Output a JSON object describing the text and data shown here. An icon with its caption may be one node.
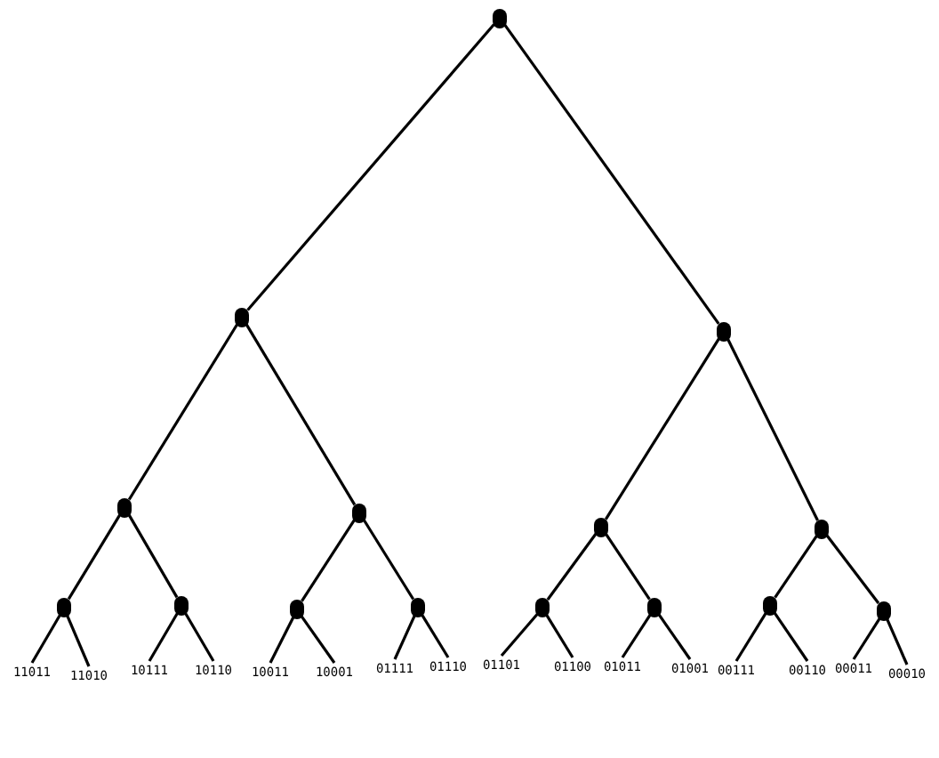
{
  "diagram": {
    "nodes": [
      {
        "text": [],
        "shape": "circle"
      },
      {
        "text": [],
        "shape": "circle"
      },
      {
        "text": [],
        "shape": "circle"
      },
      {
        "text": [],
        "shape": "circle"
      },
      {
        "text": [],
        "shape": "circle"
      },
      {
        "text": [],
        "shape": "circle"
      },
      {
        "text": [],
        "shape": "circle"
      },
      {
        "text": [],
        "shape": "circle"
      },
      {
        "text": [],
        "shape": "circle"
      },
      {
        "text": [],
        "shape": "circle"
      },
      {
        "text": [],
        "shape": "circle"
      },
      {
        "text": [],
        "shape": "circle"
      },
      {
        "text": [],
        "shape": "circle"
      },
      {
        "text": [],
        "shape": "circle"
      },
      {
        "text": [],
        "shape": "circle"
      },
      {
        "text": [
          "11011"
        ]
      },
      {
        "text": [
          "11010"
        ]
      },
      {
        "text": [
          "10111"
        ]
      },
      {
        "text": [
          "10110"
        ]
      },
      {
        "text": [
          "10011"
        ]
      },
      {
        "text": [
          "10001"
        ]
      },
      {
        "text": [
          "01111"
        ]
      },
      {
        "text": [
          "01110"
        ]
      },
      {
        "text": [
          "01101"
        ]
      },
      {
        "text": [
          "01100"
        ]
      },
      {
        "text": [
          "01011"
        ]
      },
      {
        "text": [
          "01001"
        ]
      },
      {
        "text": [
          "00111"
        ]
      },
      {
        "text": [
          "00110"
        ]
      },
      {
        "text": [
          "00011"
        ]
      },
      {
        "text": [
          "00010"
        ]
      }
    ],
    "edges": [
      {
        "from": 0,
        "to": 1,
        "arrow": "none"
      },
      {
        "from": 0,
        "to": 2,
        "arrow": "none"
      },
      {
        "from": 1,
        "to": 3,
        "arrow": "none"
      },
      {
        "from": 1,
        "to": 4,
        "arrow": "none"
      },
      {
        "from": 2,
        "to": 5,
        "arrow": "none"
      },
      {
        "from": 2,
        "to": 6,
        "arrow": "none"
      },
      {
        "from": 3,
        "to": 7,
        "arrow": "none"
      },
      {
        "from": 3,
        "to": 8,
        "arrow": "none"
      },
      {
        "from": 4,
        "to": 9,
        "arrow": "none"
      },
      {
        "from": 4,
        "to": 10,
        "arrow": "none"
      },
      {
        "from": 5,
        "to": 11,
        "arrow": "none"
      },
      {
        "from": 5,
        "to": 12,
        "arrow": "none"
      },
      {
        "from": 6,
        "to": 13,
        "arrow": "none"
      },
      {
        "from": 6,
        "to": 14,
        "arrow": "none"
      },
      {
        "from": 7,
        "to": 15,
        "arrow": "none"
      },
      {
        "from": 7,
        "to": 16,
        "arrow": "none"
      },
      {
        "from": 8,
        "to": 17,
        "arrow": "none"
      },
      {
        "from": 8,
        "to": 18,
        "arrow": "none"
      },
      {
        "from": 9,
        "to": 19,
        "arrow": "none"
      },
      {
        "from": 9,
        "to": 20,
        "arrow": "none"
      },
      {
        "from": 10,
        "to": 21,
        "arrow": "none"
      },
      {
        "from": 10,
        "to": 22,
        "arrow": "none"
      },
      {
        "from": 11,
        "to": 23,
        "arrow": "none"
      },
      {
        "from": 11,
        "to": 24,
        "arrow": "none"
      },
      {
        "from": 12,
        "to": 25,
        "arrow": "none"
      },
      {
        "from": 12,
        "to": 26,
        "arrow": "none"
      },
      {
        "from": 13,
        "to": 27,
        "arrow": "none"
      },
      {
        "from": 13,
        "to": 28,
        "arrow": "none"
      },
      {
        "from": 14,
        "to": 29,
        "arrow": "none"
      },
      {
        "from": 14,
        "to": 30,
        "arrow": "none"
      }
    ]
  }
}
